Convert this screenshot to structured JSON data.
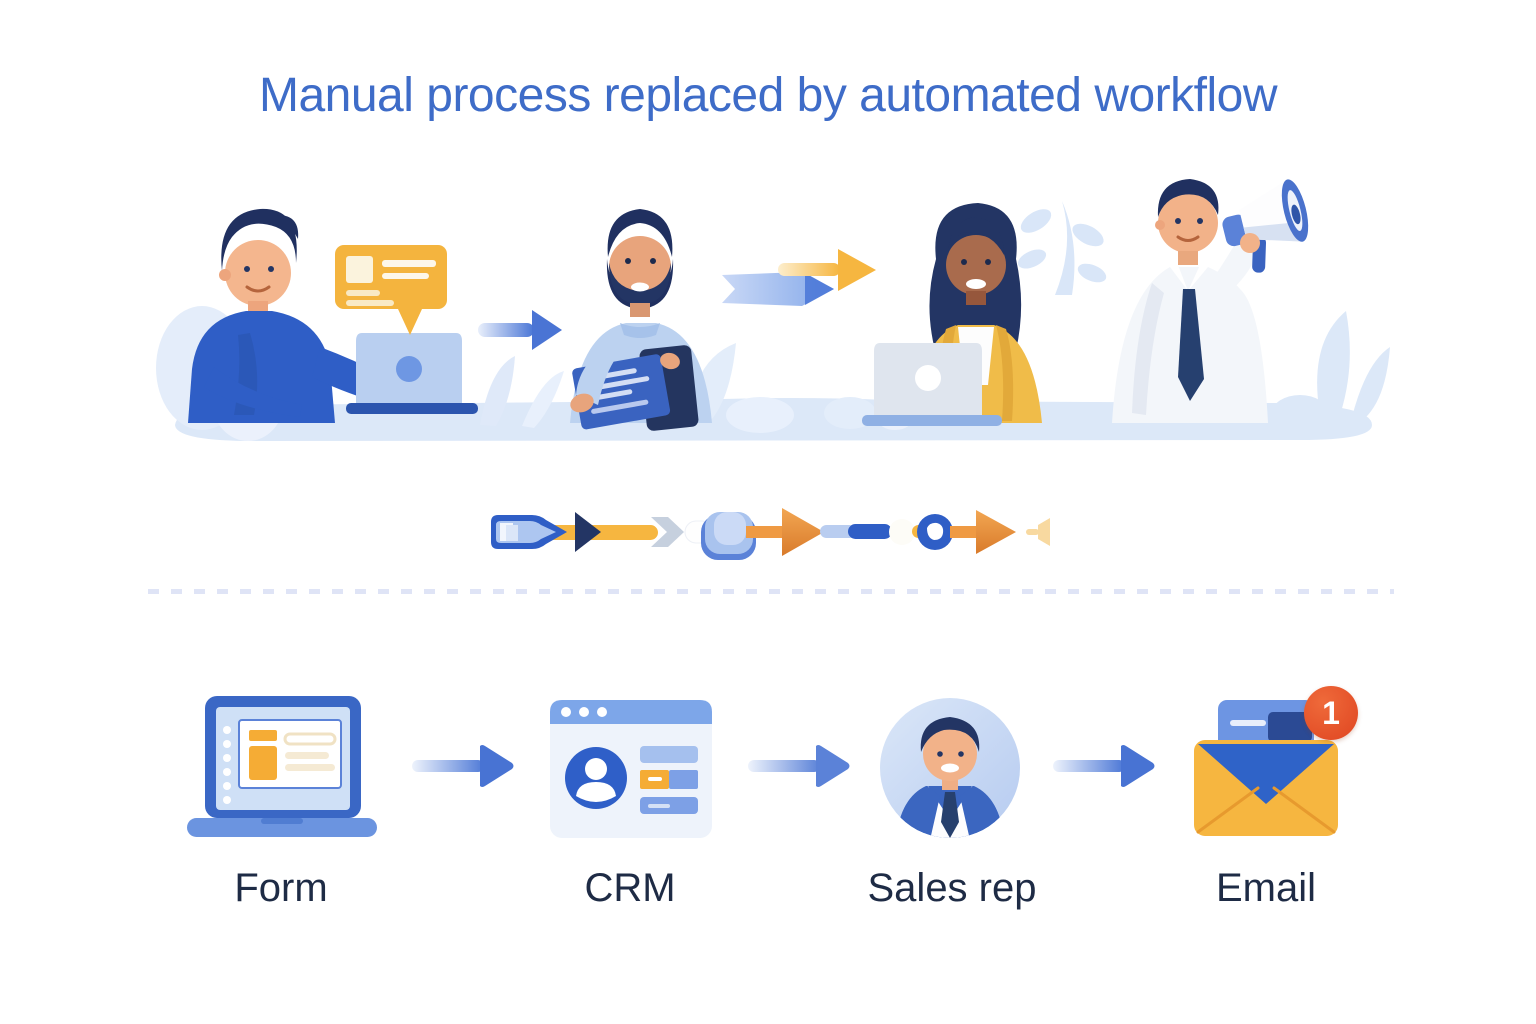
{
  "title": "Manual process replaced by automated workflow",
  "manual_scene": {
    "icons": [
      "person-at-laptop-icon",
      "form-speech-bubble-icon",
      "arrow-right-icon",
      "person-reviewing-document-icon",
      "banner-arrow-icon",
      "yellow-arrow-right-icon",
      "woman-typing-laptop-icon",
      "person-megaphone-icon"
    ]
  },
  "pipeline": {
    "icons": [
      "lead-tag-icon",
      "play-triangle-icon",
      "chevron-right-icon",
      "pill-badge-icon",
      "orange-arrowhead-icon",
      "capsule-segment-icon",
      "ring-node-icon",
      "orange-arrowhead-icon",
      "small-flare-icon"
    ]
  },
  "workflow": {
    "connector_icon": "arrow-right-icon",
    "steps": [
      {
        "label": "Form",
        "icon": "laptop-form-icon"
      },
      {
        "label": "CRM",
        "icon": "crm-window-icon"
      },
      {
        "label": "Sales rep",
        "icon": "sales-rep-avatar-icon"
      },
      {
        "label": "Email",
        "icon": "email-envelope-icon",
        "badge": "1"
      }
    ]
  },
  "colors": {
    "title_blue": "#3e6cc8",
    "accent_blue": "#4a76d6",
    "accent_yellow": "#f6b640",
    "accent_orange": "#e8883a",
    "label_navy": "#1e2b45",
    "badge_red": "#e04e27",
    "ground_light_blue": "#dce8f8"
  }
}
